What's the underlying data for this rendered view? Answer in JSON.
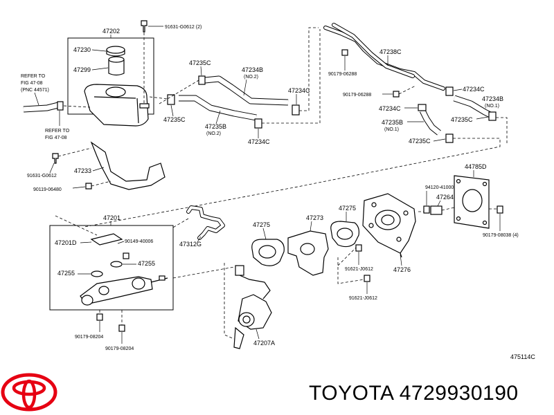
{
  "title": "TOYOTA 4729930190",
  "illustration_code": "475114C",
  "brand_color": "#e60012",
  "logo": {
    "name": "toyota-logo",
    "color": "#e60012"
  },
  "labels": {
    "p47202": "47202",
    "p91631a": "91631-G0612 (2)",
    "p47230": "47230",
    "p47299": "47299",
    "ref1_l1": "REFER TO",
    "ref1_l2": "FIG 47-08",
    "ref1_l3": "(PNC 44571)",
    "ref2_l1": "REFER TO",
    "ref2_l2": "FIG 47-08",
    "p91631b": "91631-G0612",
    "p47233": "47233",
    "p90119": "90119-06480",
    "p47235c_a": "47235C",
    "p47234b_a": "47234B",
    "no2_a": "(NO.2)",
    "p47234c_a": "47234C",
    "p47235c_b": "47235C",
    "p47235b_a": "47235B",
    "no2_b": "(NO.2)",
    "p47234c_b": "47234C",
    "p47238c": "47238C",
    "p90179_06288a": "90179-06288",
    "p90179_06288b": "90179-06288",
    "p47234c_c": "47234C",
    "p47235b_b": "47235B",
    "no1_a": "(NO.1)",
    "p47235c_c": "47235C",
    "p47234c_d": "47234C",
    "p47234b_b": "47234B",
    "no1_b": "(NO.1)",
    "p47235c_d": "47235C",
    "p44785d": "44785D",
    "p94120": "94120-41000",
    "p47264": "47264",
    "p90179_08038": "90179-08038 (4)",
    "p47201": "47201",
    "p47201d": "47201D",
    "p90149": "90149-40006",
    "p47255a": "47255",
    "p47255b": "47255",
    "p90179_08204a": "90179-08204",
    "p90179_08204b": "90179-08204",
    "p47312g": "47312G",
    "p47275a": "47275",
    "p47273": "47273",
    "p47275b": "47275",
    "p91621a": "91621-J0612",
    "p91621b": "91621-J0612",
    "p47276": "47276",
    "p47207a": "47207A"
  }
}
